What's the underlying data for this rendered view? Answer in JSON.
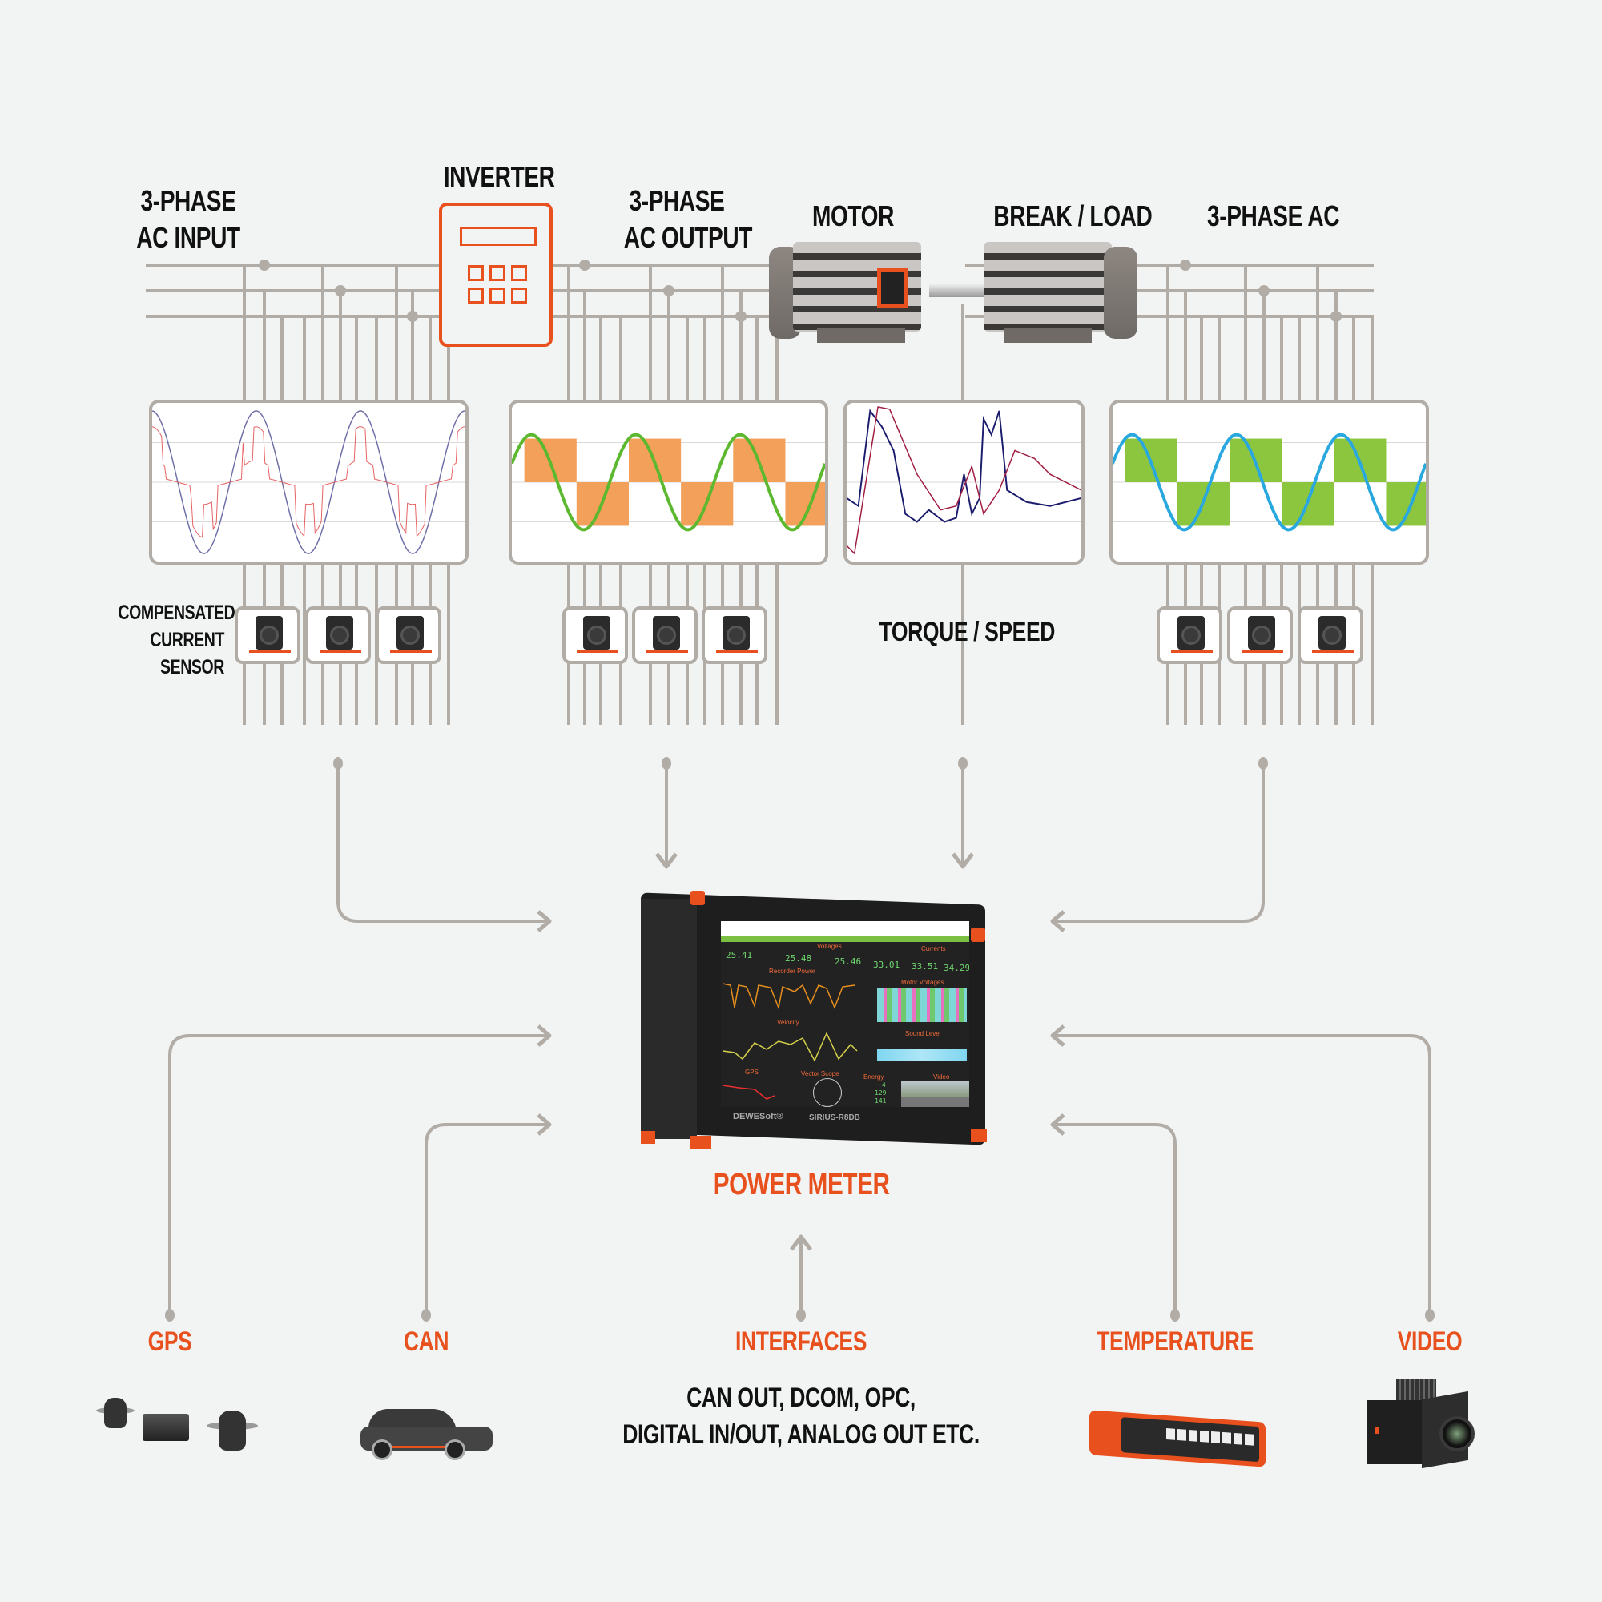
{
  "top_labels": {
    "ac_input": [
      "3-PHASE",
      "AC INPUT"
    ],
    "inverter": "INVERTER",
    "ac_output": [
      "3-PHASE",
      "AC OUTPUT"
    ],
    "motor": "MOTOR",
    "break_load": "BREAK / LOAD",
    "ac_right": "3-PHASE AC"
  },
  "sensor_label": [
    "COMPENSATED",
    "CURRENT",
    "SENSOR"
  ],
  "torque_label": "TORQUE / SPEED",
  "power_meter": {
    "label": "POWER METER",
    "brand": "DEWESoft®",
    "model": "SIRIUS-R8DB",
    "screen": {
      "voltages_title": "Voltages",
      "voltages": [
        "25.41",
        "25.48",
        "25.46"
      ],
      "currents_title": "Currents",
      "currents": [
        "33.01",
        "33.51",
        "34.29"
      ],
      "panels": [
        "Recorder Power",
        "Motor Voltages",
        "Velocity",
        "Sound Level",
        "GPS",
        "Vector Scope",
        "Energy",
        "Video"
      ],
      "energy": [
        "-4",
        "129",
        "141"
      ]
    }
  },
  "inputs": [
    {
      "label": "GPS",
      "icon": "gps-antenna-icon"
    },
    {
      "label": "CAN",
      "icon": "car-icon"
    },
    {
      "label": "INTERFACES",
      "icon": "none"
    },
    {
      "label": "TEMPERATURE",
      "icon": "temperature-module-icon"
    },
    {
      "label": "VIDEO",
      "icon": "camera-icon"
    }
  ],
  "interfaces_desc": [
    "CAN OUT, DCOM, OPC,",
    "DIGITAL IN/OUT, ANALOG OUT ETC."
  ],
  "colors": {
    "accent": "#e8501e",
    "wire": "#b2aca6",
    "background": "#f2f3f3",
    "text": "#111111"
  },
  "scopes": [
    {
      "name": "input-scope",
      "series": [
        "voltage-blue",
        "current-red"
      ]
    },
    {
      "name": "output-scope",
      "series": [
        "pwm-orange",
        "sine-green"
      ]
    },
    {
      "name": "torque-scope",
      "series": [
        "torque-navy",
        "speed-crimson"
      ]
    },
    {
      "name": "ac-scope",
      "series": [
        "pwm-green",
        "sine-blue"
      ]
    }
  ]
}
